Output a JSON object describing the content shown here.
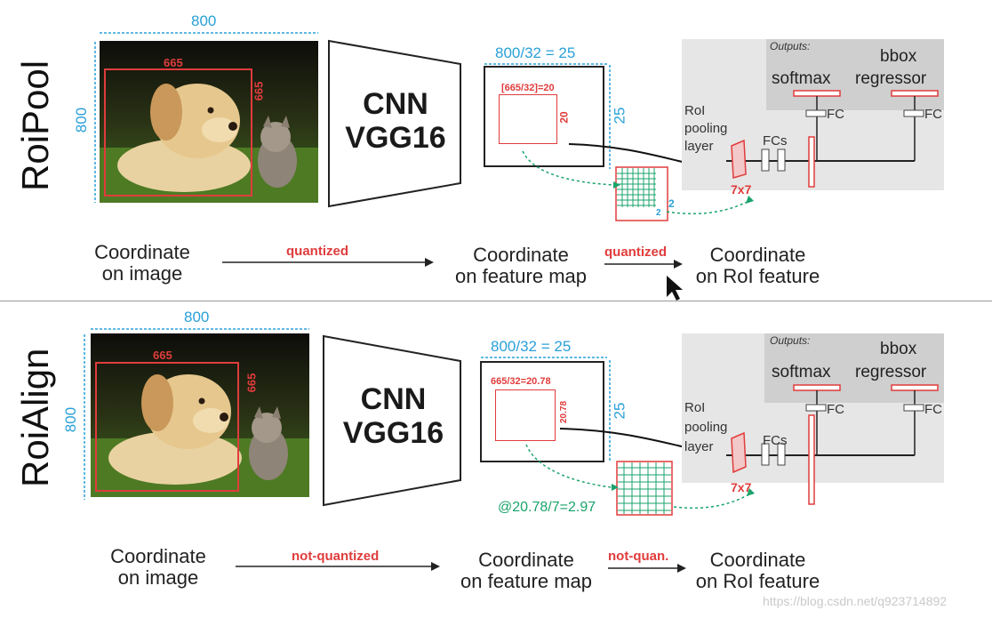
{
  "top": {
    "side_label": "RoiPool",
    "img_w_label": "800",
    "img_h_label": "800",
    "box_w_label": "665",
    "box_h_label": "665",
    "cnn_line1": "CNN",
    "cnn_line2": "VGG16",
    "feat_size_label": "800/32 = 25",
    "feat_side_label": "25",
    "roi_w_label": "[665/32]=20",
    "roi_h_label": "20",
    "small_grid_label_a": "2",
    "small_grid_label_b": "2",
    "outputs_label": "Outputs:",
    "softmax_label": "softmax",
    "bbox_label_1": "bbox",
    "bbox_label_2": "regressor",
    "fc1_label": "FC",
    "fc2_label": "FC",
    "roi_pool_1": "RoI",
    "roi_pool_2": "pooling",
    "roi_pool_3": "layer",
    "fcs_label": "FCs",
    "pool_size_label": "7x7",
    "coord_img_1": "Coordinate",
    "coord_img_2": "on image",
    "arrow1_label": "quantized",
    "coord_feat_1": "Coordinate",
    "coord_feat_2": "on feature map",
    "arrow2_label": "quantized",
    "coord_roi_1": "Coordinate",
    "coord_roi_2": "on RoI feature"
  },
  "bottom": {
    "side_label": "RoiAlign",
    "img_w_label": "800",
    "img_h_label": "800",
    "box_w_label": "665",
    "box_h_label": "665",
    "cnn_line1": "CNN",
    "cnn_line2": "VGG16",
    "feat_size_label": "800/32 = 25",
    "feat_side_label": "25",
    "roi_w_label": "665/32=20.78",
    "roi_h_label": "20.78",
    "grid_note": "@20.78/7=2.97",
    "outputs_label": "Outputs:",
    "softmax_label": "softmax",
    "bbox_label_1": "bbox",
    "bbox_label_2": "regressor",
    "fc1_label": "FC",
    "fc2_label": "FC",
    "roi_pool_1": "RoI",
    "roi_pool_2": "pooling",
    "roi_pool_3": "layer",
    "fcs_label": "FCs",
    "pool_size_label": "7x7",
    "coord_img_1": "Coordinate",
    "coord_img_2": "on image",
    "arrow1_label": "not-quantized",
    "coord_feat_1": "Coordinate",
    "coord_feat_2": "on feature map",
    "arrow2_label": "not-quan.",
    "coord_roi_1": "Coordinate",
    "coord_roi_2": "on RoI feature"
  },
  "watermark": "https://blog.csdn.net/q923714892",
  "colors": {
    "dimension": "#2aa0d8",
    "roi": "#e03c3c",
    "grid": "#1aa36b",
    "panel": "#e6e6e6"
  }
}
